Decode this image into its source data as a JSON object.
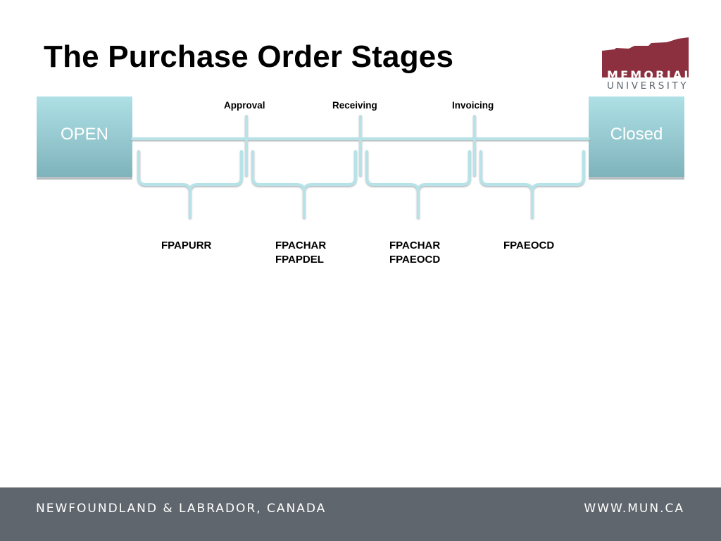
{
  "title": "The Purchase Order Stages",
  "logo": {
    "line1": "MEMORIAL",
    "line2": "UNIVERSITY"
  },
  "states": {
    "start": "OPEN",
    "end": "Closed"
  },
  "stages": [
    "Approval",
    "Receiving",
    "Invoicing"
  ],
  "forms": [
    {
      "lines": [
        "FPAPURR"
      ]
    },
    {
      "lines": [
        "FPACHAR",
        "FPAPDEL"
      ]
    },
    {
      "lines": [
        "FPACHAR",
        "FPAEOCD"
      ]
    },
    {
      "lines": [
        "FPAEOCD"
      ]
    }
  ],
  "footer": {
    "left": "NEWFOUNDLAND & LABRADOR, CANADA",
    "right": "WWW.MUN.CA"
  },
  "colors": {
    "box": "#a8dbe1",
    "line": "#b7e3e8",
    "brand": "#8c2f3f",
    "footer": "#5f666d"
  }
}
